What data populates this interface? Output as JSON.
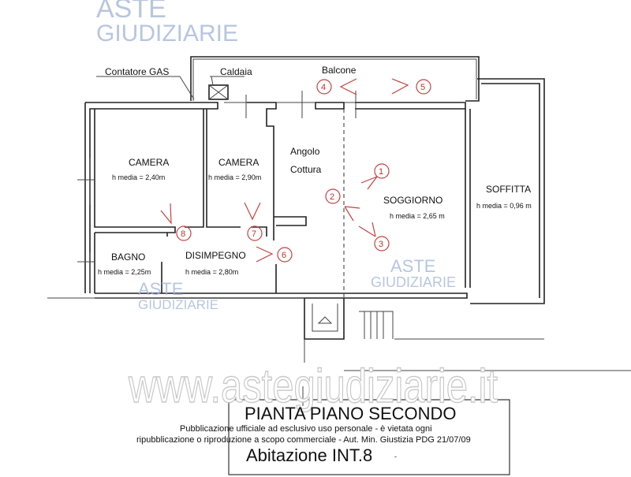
{
  "watermark": {
    "logo_line1": "ASTE",
    "logo_line2": "GIUDIZIARIE",
    "url": "www.astegiudiziarie.it"
  },
  "labels": {
    "gas_meter": "Contatore GAS",
    "boiler": "Caldaia",
    "balcony": "Balcone",
    "kitchen_line1": "Angolo",
    "kitchen_line2": "Cottura"
  },
  "rooms": [
    {
      "name": "CAMERA",
      "height": "h media = 2,40m"
    },
    {
      "name": "CAMERA",
      "height": "h media = 2,90m"
    },
    {
      "name": "SOGGIORNO",
      "height": "h media = 2,65 m"
    },
    {
      "name": "SOFFITTA",
      "height": "h media = 0,96 m"
    },
    {
      "name": "BAGNO",
      "height": "h media = 2,25m"
    },
    {
      "name": "DISIMPEGNO",
      "height": "h media = 2,80m"
    }
  ],
  "photo_points": [
    "1",
    "2",
    "3",
    "4",
    "5",
    "6",
    "7",
    "8"
  ],
  "title_block": {
    "title": "PIANTA PIANO SECONDO",
    "subtitle": "Abitazione INT.8",
    "mark": "-"
  },
  "disclaimer": {
    "line1": "Pubblicazione ufficiale ad esclusivo uso personale - è vietata ogni",
    "line2": "ripubblicazione o riproduzione a scopo commerciale - Aut. Min. Giustizia PDG 21/07/09"
  },
  "colors": {
    "walls": "#222222",
    "photo_markers": "#c84040",
    "watermark": "#9fb3d6"
  }
}
